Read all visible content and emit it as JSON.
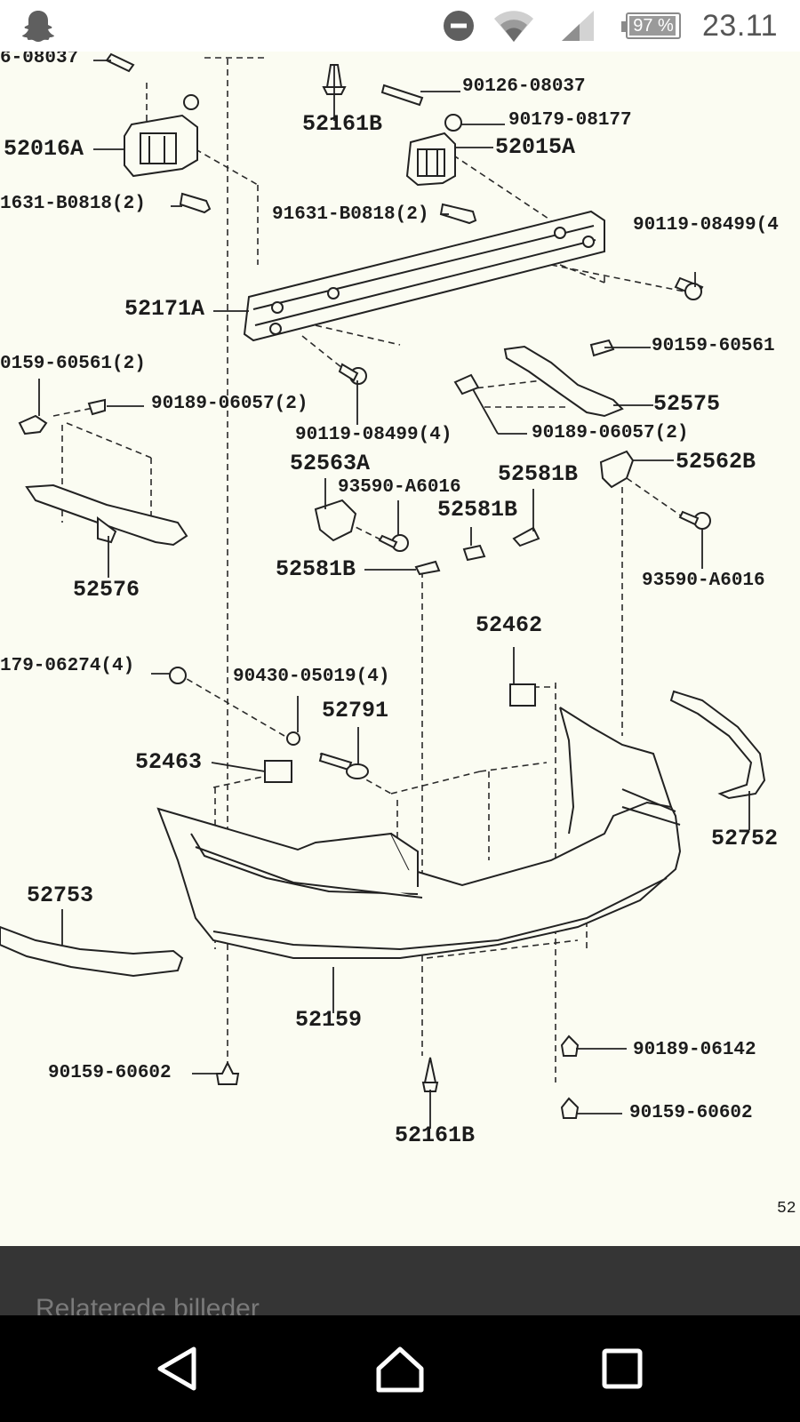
{
  "status_bar": {
    "battery_percent": "97 %",
    "battery_level": 0.97,
    "time": "23.11",
    "icons": [
      "snapchat-ghost-icon",
      "do-not-disturb-icon",
      "wifi-icon",
      "cellular-signal-icon",
      "battery-icon"
    ]
  },
  "diagram": {
    "labels": [
      {
        "id": "l1",
        "text": "6-08037"
      },
      {
        "id": "l2",
        "text": "52161B"
      },
      {
        "id": "l3",
        "text": "90126-08037"
      },
      {
        "id": "l4",
        "text": "90179-08177"
      },
      {
        "id": "l5",
        "text": "52016A"
      },
      {
        "id": "l6",
        "text": "52015A"
      },
      {
        "id": "l7",
        "text": "1631-B0818(2)"
      },
      {
        "id": "l8",
        "text": "91631-B0818(2)"
      },
      {
        "id": "l9",
        "text": "90119-08499(4"
      },
      {
        "id": "l10",
        "text": "52171A"
      },
      {
        "id": "l11",
        "text": "90159-60561"
      },
      {
        "id": "l12",
        "text": "0159-60561(2)"
      },
      {
        "id": "l13",
        "text": "52575"
      },
      {
        "id": "l14",
        "text": "90189-06057(2)"
      },
      {
        "id": "l15",
        "text": "90119-08499(4)"
      },
      {
        "id": "l16",
        "text": "90189-06057(2)"
      },
      {
        "id": "l17",
        "text": "52563A"
      },
      {
        "id": "l18",
        "text": "52581B"
      },
      {
        "id": "l19",
        "text": "52562B"
      },
      {
        "id": "l20",
        "text": "93590-A6016"
      },
      {
        "id": "l21",
        "text": "52581B"
      },
      {
        "id": "l22",
        "text": "52576"
      },
      {
        "id": "l23",
        "text": "52581B"
      },
      {
        "id": "l24",
        "text": "93590-A6016"
      },
      {
        "id": "l25",
        "text": "52462"
      },
      {
        "id": "l26",
        "text": "179-06274(4)"
      },
      {
        "id": "l27",
        "text": "90430-05019(4)"
      },
      {
        "id": "l28",
        "text": "52791"
      },
      {
        "id": "l29",
        "text": "52463"
      },
      {
        "id": "l30",
        "text": "52752"
      },
      {
        "id": "l31",
        "text": "52753"
      },
      {
        "id": "l32",
        "text": "52159"
      },
      {
        "id": "l33",
        "text": "90189-06142"
      },
      {
        "id": "l34",
        "text": "90159-60602"
      },
      {
        "id": "l35",
        "text": "90159-60602"
      },
      {
        "id": "l36",
        "text": "52161B"
      },
      {
        "id": "l37",
        "text": "52"
      }
    ]
  },
  "related": {
    "heading": "Relaterede billeder"
  },
  "nav_bar": {
    "buttons": [
      "back-icon",
      "home-icon",
      "recents-icon"
    ]
  }
}
